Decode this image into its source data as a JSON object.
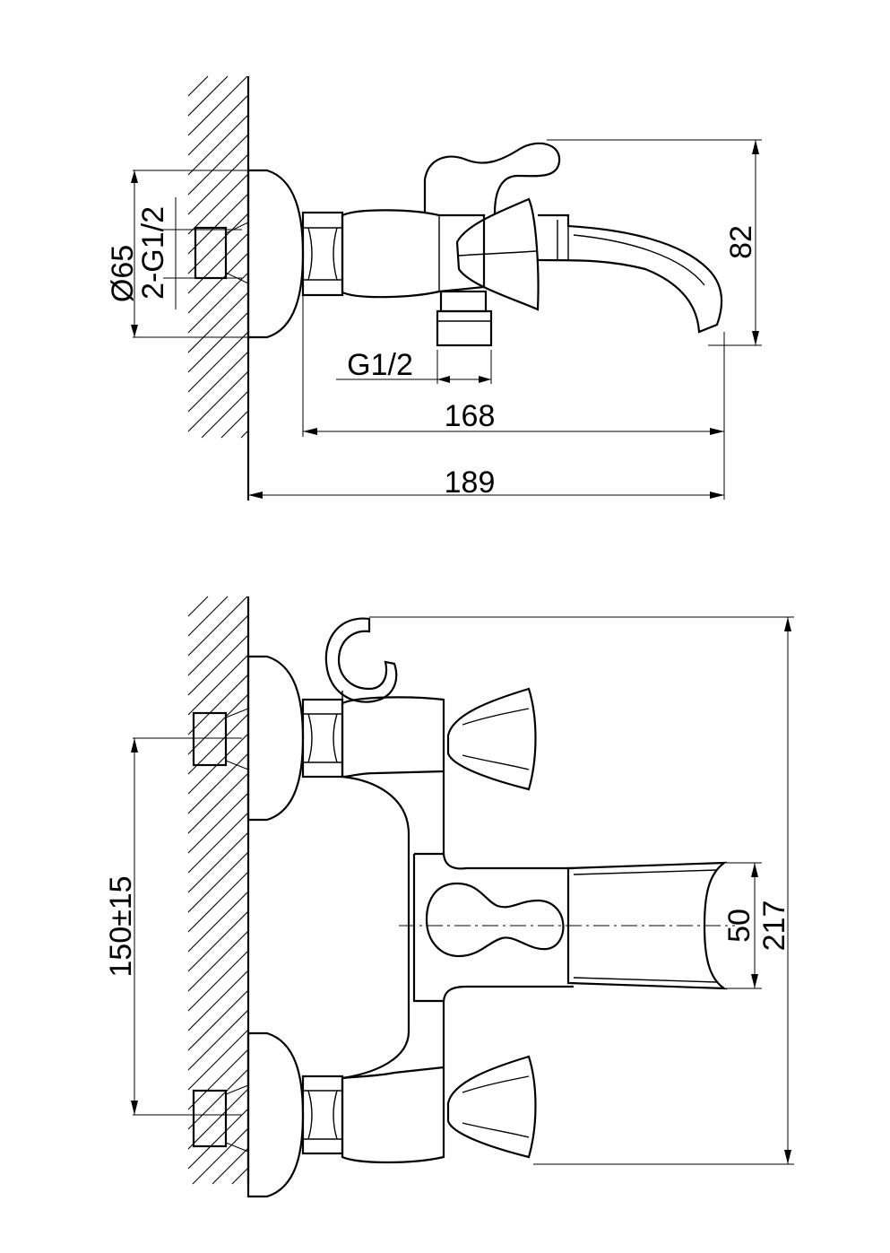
{
  "side_view": {
    "dim_diameter": "Ø65",
    "dim_inlet_thread": "2-G1/2",
    "dim_outlet_thread": "G1/2",
    "dim_spout_reach": "168",
    "dim_total_depth": "189",
    "dim_height": "82"
  },
  "front_view": {
    "dim_inlet_spacing": "150±15",
    "dim_spout_width": "50",
    "dim_total_height": "217"
  }
}
